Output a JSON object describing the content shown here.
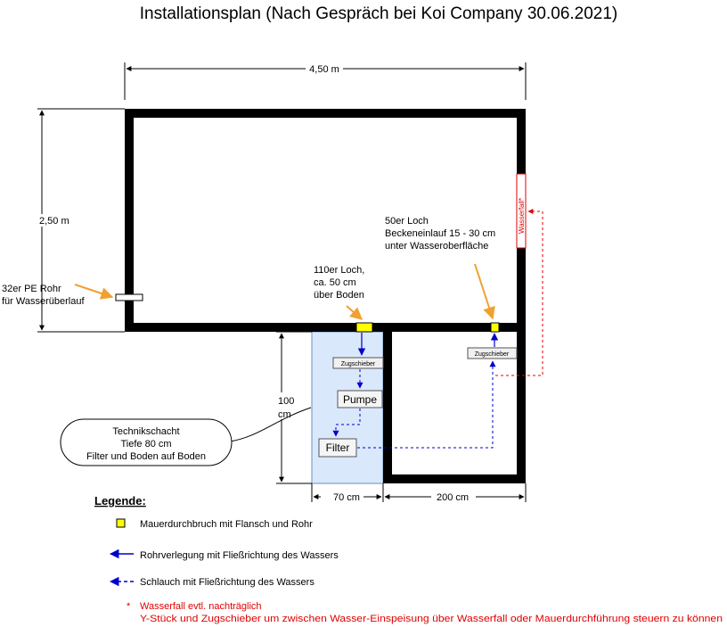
{
  "title": "Installationsplan (Nach Gespräch bei Koi Company 30.06.2021)",
  "dimensions": {
    "width": "4,50 m",
    "height": "2,50 m",
    "shaft_depth_1": "100",
    "shaft_depth_2": "cm",
    "shaft_width": "70 cm",
    "filter_chamber_width": "200 cm"
  },
  "labels": {
    "overflow_1": "32er PE Rohr",
    "overflow_2": "für Wasserüberlauf",
    "hole110_1": "110er Loch,",
    "hole110_2": "ca. 50 cm",
    "hole110_3": "über Boden",
    "hole50_1": "50er Loch",
    "hole50_2": "Beckeneinlauf 15 - 30 cm",
    "hole50_3": "unter Wasseroberfläche",
    "waterfall": "Wasserfall*"
  },
  "components": {
    "valve_left": "Zugschieber",
    "valve_right": "Zugschieber",
    "pump": "Pumpe",
    "filter": "Filter"
  },
  "callout": {
    "line1": "Technikschacht",
    "line2": "Tiefe 80 cm",
    "line3": "Filter und Boden auf Boden"
  },
  "legend": {
    "heading": "Legende:",
    "item_breakthrough": "Mauerdurchbruch mit Flansch und Rohr",
    "item_pipe": "Rohrverlegung mit Fließrichtung des Wassers",
    "item_hose": "Schlauch mit Fließrichtung des Wassers",
    "note_star": "*",
    "note_1": "Wasserfall evtl. nachträglich",
    "note_2": "Y-Stück und Zugschieber um zwischen Wasser-Einspeisung über Wasserfall oder Mauerdurchführung steuern zu können"
  },
  "colors": {
    "wall": "#000000",
    "breakthrough": "#ffff00",
    "shaft_fill": "#dae8fc",
    "pipe": "#0000cc",
    "arrow_orange": "#f0a030",
    "note_red": "#e00000"
  }
}
